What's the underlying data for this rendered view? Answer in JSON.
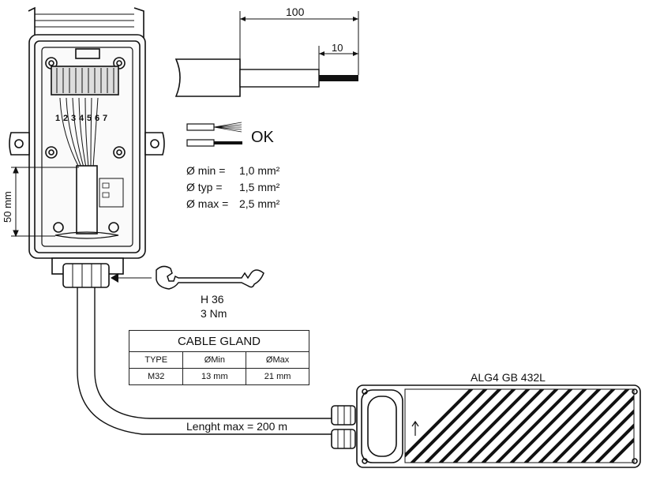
{
  "dimensions": {
    "strip_total": "100",
    "strip_wire": "10",
    "box_height": "50 mm",
    "terminal_numbers": [
      "1",
      "2",
      "3",
      "4",
      "5",
      "6",
      "7"
    ]
  },
  "wire_check": {
    "ok_label": "OK",
    "specs": [
      {
        "label": "Ø min =",
        "value": "1,0 mm²"
      },
      {
        "label": "Ø typ =",
        "value": "1,5 mm²"
      },
      {
        "label": "Ø max =",
        "value": "2,5 mm²"
      }
    ]
  },
  "wrench": {
    "size": "H 36",
    "torque": "3 Nm"
  },
  "cable_gland": {
    "title": "CABLE GLAND",
    "headers": [
      "TYPE",
      "ØMin",
      "ØMax"
    ],
    "row": [
      "M32",
      "13 mm",
      "21 mm"
    ]
  },
  "cable": {
    "length_label": "Lenght max = 200 m"
  },
  "device": {
    "model": "ALG4 GB 432L"
  }
}
